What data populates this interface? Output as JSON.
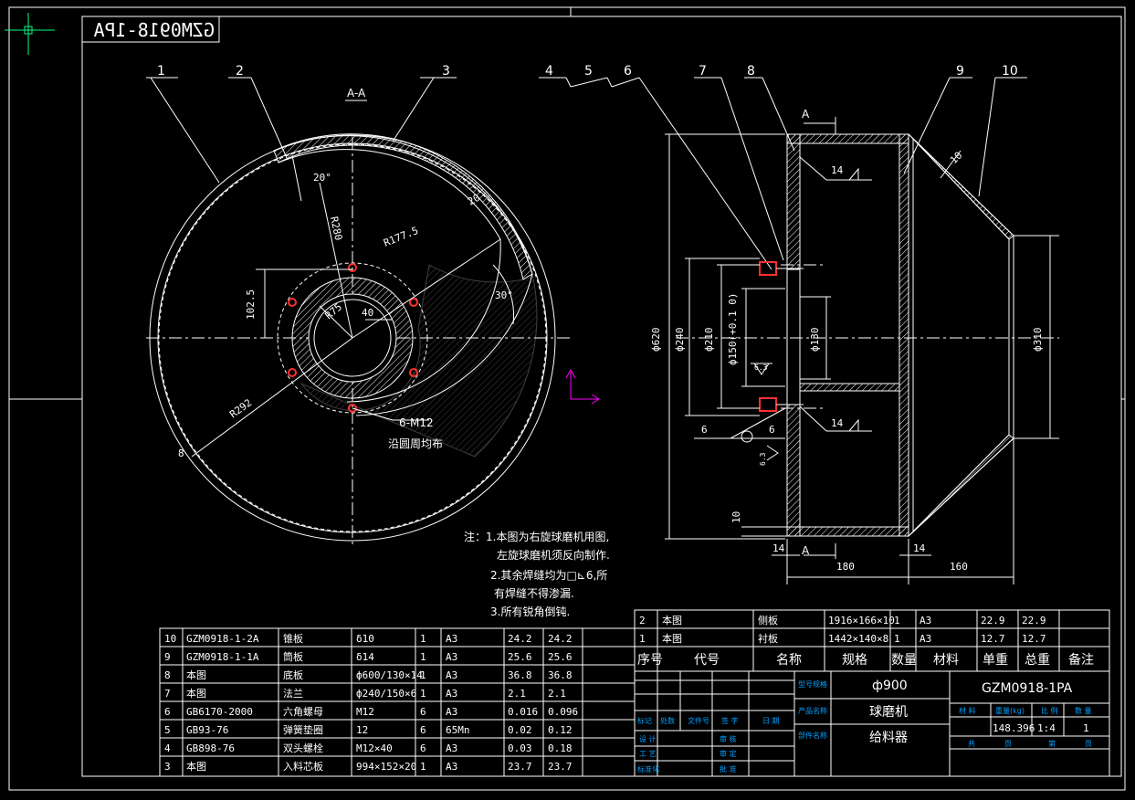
{
  "title_block_stamp": "GZM0918-1PA",
  "section_label": "A-A",
  "section_mark": "A",
  "balloons": [
    "1",
    "2",
    "3",
    "4",
    "5",
    "6",
    "7",
    "8",
    "9",
    "10"
  ],
  "front_view": {
    "dims": [
      "20°",
      "R280",
      "R177.5",
      "20",
      "30°",
      "102.5",
      "R75",
      "40",
      "R292",
      "8"
    ],
    "hole_note_1": "6-M12",
    "hole_note_2": "沿圆周均布"
  },
  "side_view": {
    "dims": [
      "ф620",
      "ф240",
      "ф210",
      "ф150(+0.1 0)",
      "ф130",
      "ф310",
      "14",
      "14",
      "6",
      "6.3",
      "6",
      "6.3",
      "10",
      "14",
      "180",
      "14",
      "160",
      "10"
    ]
  },
  "notes": [
    "注：1.本图为右旋球磨机用图,",
    "左旋球磨机须反向制作.",
    "2.其余焊缝均为□⊾6,所",
    "有焊缝不得渗漏.",
    "3.所有锐角倒钝."
  ],
  "bom_left": [
    [
      "10",
      "GZM0918-1-2A",
      "锥板",
      "δ10",
      "1",
      "A3",
      "24.2",
      "24.2"
    ],
    [
      "9",
      "GZM0918-1-1A",
      "筒板",
      "δ14",
      "1",
      "A3",
      "25.6",
      "25.6"
    ],
    [
      "8",
      "本图",
      "底板",
      "ф600/130×14",
      "1",
      "A3",
      "36.8",
      "36.8"
    ],
    [
      "7",
      "本图",
      "法兰",
      "ф240/150×6",
      "1",
      "A3",
      "2.1",
      "2.1"
    ],
    [
      "6",
      "GB6170-2000",
      "六角螺母",
      "M12",
      "6",
      "A3",
      "0.016",
      "0.096"
    ],
    [
      "5",
      "GB93-76",
      "弹簧垫圈",
      "12",
      "6",
      "65Mn",
      "0.02",
      "0.12"
    ],
    [
      "4",
      "GB898-76",
      "双头螺栓",
      "M12×40",
      "6",
      "A3",
      "0.03",
      "0.18"
    ],
    [
      "3",
      "本图",
      "入料芯板",
      "994×152×20",
      "1",
      "A3",
      "23.7",
      "23.7"
    ]
  ],
  "bom_right": [
    [
      "2",
      "本图",
      "侧板",
      "1916×166×10",
      "1",
      "A3",
      "22.9",
      "22.9"
    ],
    [
      "1",
      "本图",
      "衬板",
      "1442×140×8",
      "1",
      "A3",
      "12.7",
      "12.7"
    ]
  ],
  "bom_headers": [
    "序号",
    "代号",
    "名称",
    "规格",
    "数量",
    "材料",
    "单重",
    "总重",
    "备注"
  ],
  "title_block": {
    "type_label": "型号规格",
    "product_label": "产品名称",
    "part_label": "部件名称",
    "spec": "ф900",
    "product": "球磨机",
    "part": "给料器",
    "drawing_no": "GZM0918-1PA",
    "mat_label": "材 料",
    "weight_label": "重量(kg)",
    "scale_label": "比 例",
    "qty_label": "数 量",
    "weight": "148.396",
    "scale": "1:4",
    "qty": "1",
    "sheets_label": "共",
    "sheet_unit": "页",
    "sheet_label": "第",
    "sheet_unit2": "页",
    "rev_headers": [
      "标记",
      "处数",
      "文件号",
      "签 字",
      "日 期"
    ],
    "roles": [
      "设 计",
      "工 艺",
      "标准化"
    ],
    "roles2": [
      "审 核",
      "审 定",
      "批 准"
    ]
  },
  "colors": {
    "line": "#ffffff",
    "note_blue": "#00a0ff",
    "ucs": "#ff00ff",
    "cross": "#00ff80",
    "bolt": "#ff3030"
  }
}
